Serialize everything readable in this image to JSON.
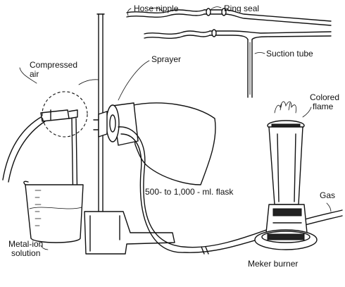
{
  "labels": {
    "hose_nipple": "Hose nipple",
    "ring_seal": "Ring seal",
    "compressed_air_line1": "Compressed",
    "compressed_air_line2": "air",
    "sprayer": "Sprayer",
    "suction_tube": "Suction tube",
    "colored_flame_line1": "Colored",
    "colored_flame_line2": "flame",
    "flask": "500- to 1,000 - ml. flask",
    "gas": "Gas",
    "metal_ion_line1": "Metal-ion",
    "metal_ion_line2": "solution",
    "meker_burner": "Meker burner"
  }
}
